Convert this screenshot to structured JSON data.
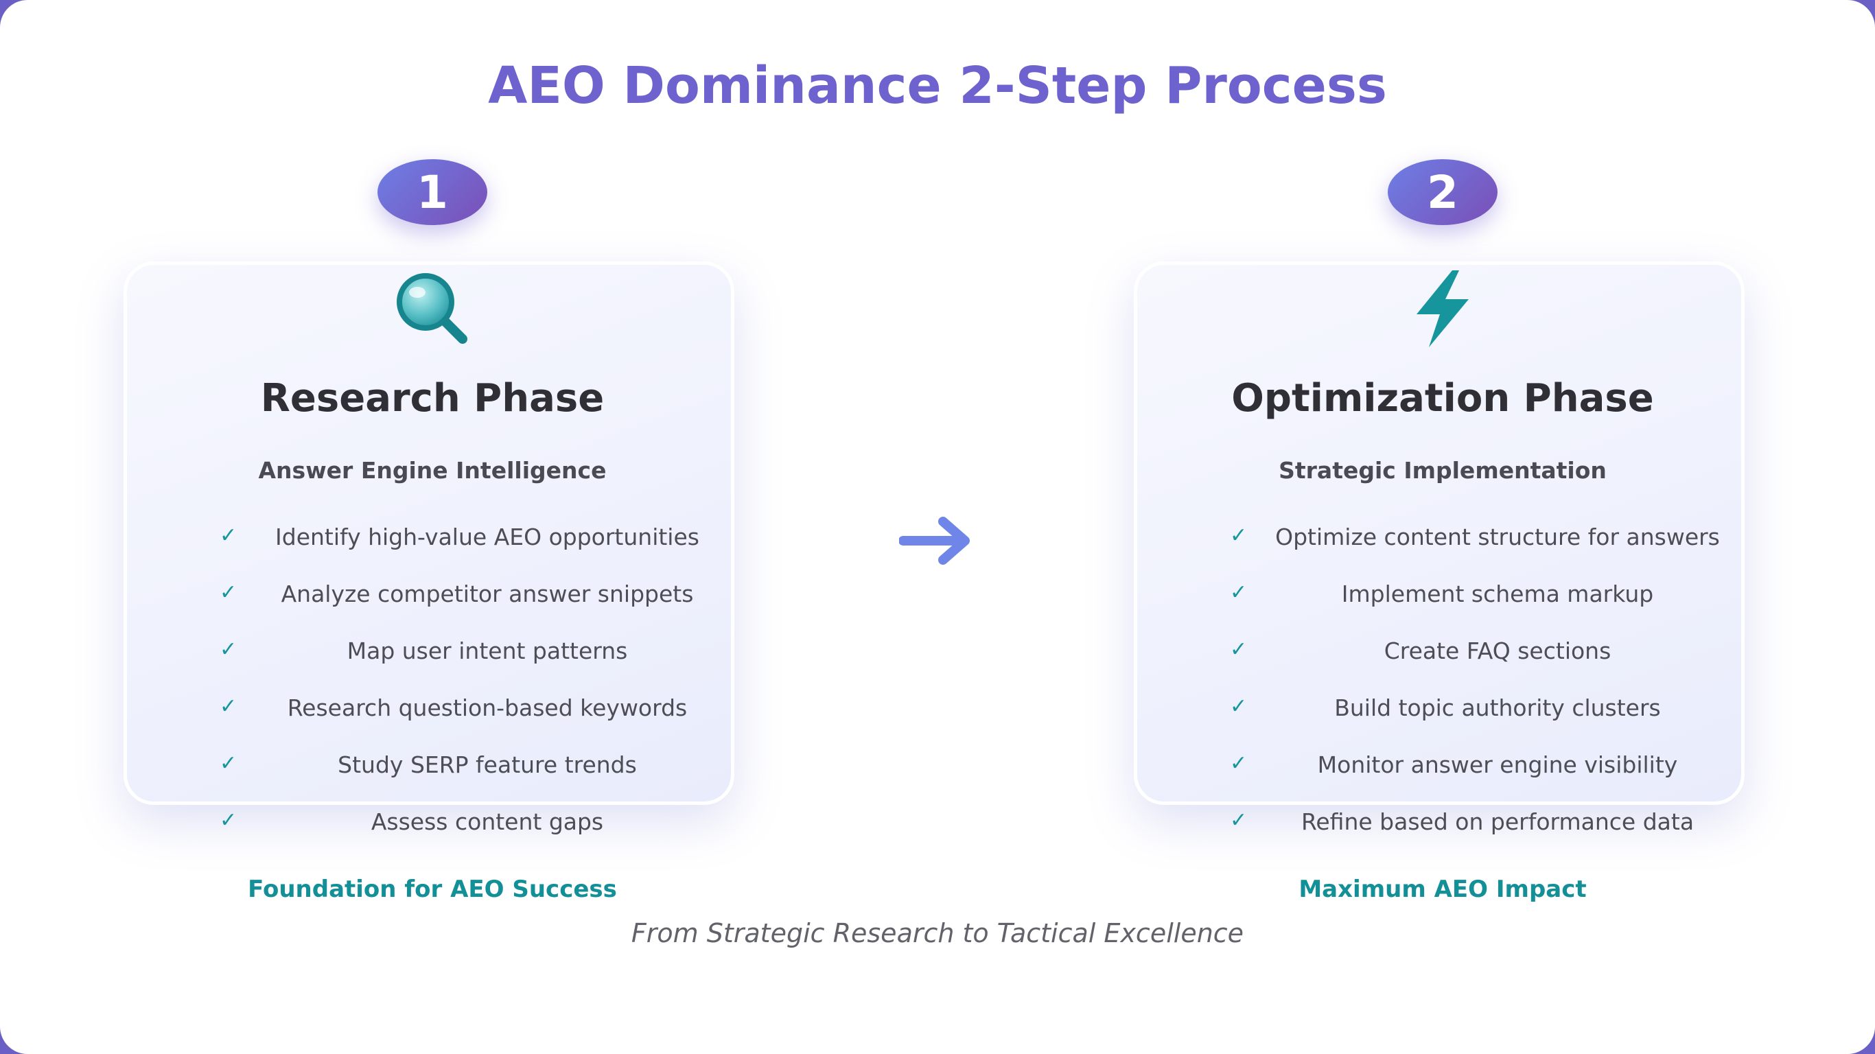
{
  "title": "AEO Dominance 2-Step Process",
  "steps": [
    {
      "number": "1",
      "icon": "magnifying-glass-icon",
      "heading": "Research Phase",
      "subheading": "Answer Engine Intelligence",
      "items": [
        "Identify high-value AEO opportunities",
        "Analyze competitor answer snippets",
        "Map user intent patterns",
        "Research question-based keywords",
        "Study SERP feature trends",
        "Assess content gaps"
      ],
      "footer": "Foundation for AEO Success"
    },
    {
      "number": "2",
      "icon": "lightning-bolt-icon",
      "heading": "Optimization Phase",
      "subheading": "Strategic Implementation",
      "items": [
        "Optimize content structure for answers",
        "Implement schema markup",
        "Create FAQ sections",
        "Build topic authority clusters",
        "Monitor answer engine visibility",
        "Refine based on performance data"
      ],
      "footer": "Maximum AEO Impact"
    }
  ],
  "check_symbol": "✓",
  "tagline": "From Strategic Research to Tactical Excellence",
  "colors": {
    "title": "#6e62cf",
    "accent_teal": "#17959c",
    "badge_start": "#6d7fe6",
    "badge_end": "#7a4fb6",
    "arrow": "#6f86e8"
  }
}
